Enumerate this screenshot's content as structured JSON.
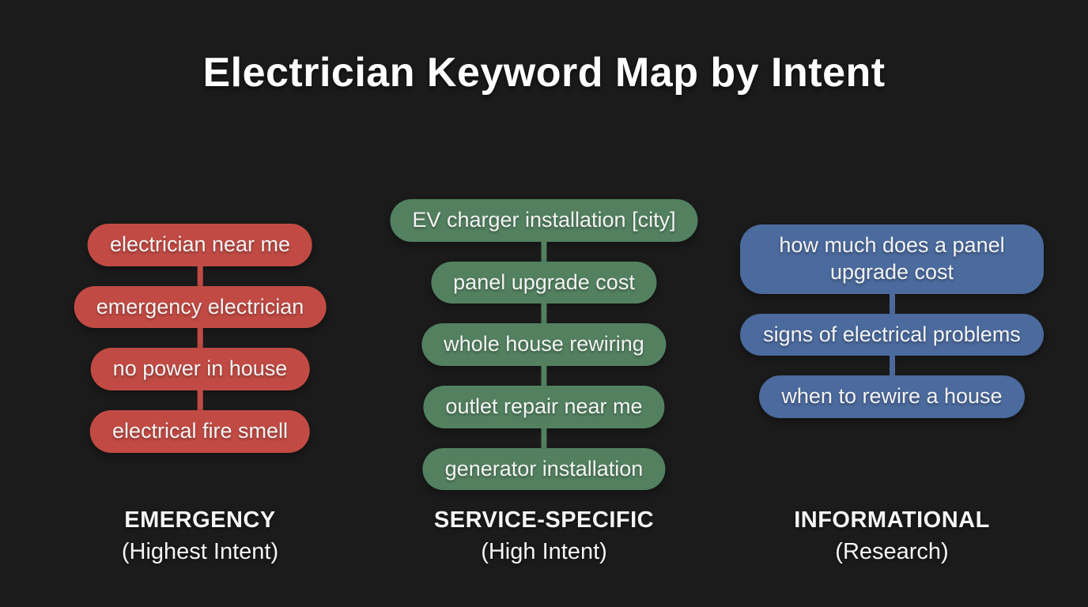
{
  "title": "Electrician Keyword Map by Intent",
  "theme": {
    "background": "#1b1b1b",
    "text_color": "#f3f3f3",
    "emergency_color": "#c14b44",
    "service_color": "#538160",
    "informational_color": "#4b6a9d"
  },
  "columns": [
    {
      "name": "emergency",
      "color": "#c14b44",
      "label": "EMERGENCY",
      "sublabel": "(Highest Intent)",
      "keywords": [
        "electrician near me",
        "emergency electrician",
        "no power in house",
        "electrical fire smell"
      ]
    },
    {
      "name": "service-specific",
      "color": "#538160",
      "label": "SERVICE-SPECIFIC",
      "sublabel": "(High Intent)",
      "keywords": [
        "EV charger installation [city]",
        "panel upgrade cost",
        "whole house rewiring",
        "outlet repair near me",
        "generator installation"
      ]
    },
    {
      "name": "informational",
      "color": "#4b6a9d",
      "label": "INFORMATIONAL",
      "sublabel": "(Research)",
      "keywords": [
        "how much does a panel upgrade cost",
        "signs of electrical problems",
        "when to rewire a house"
      ]
    }
  ]
}
